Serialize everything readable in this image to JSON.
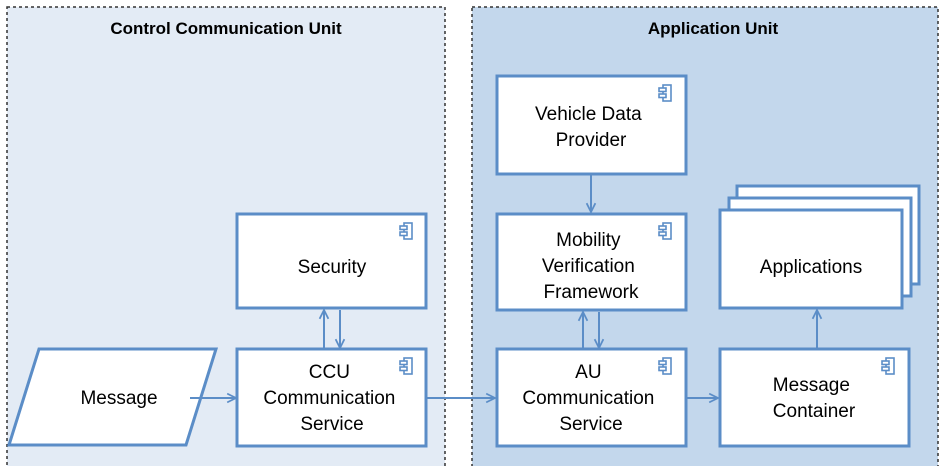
{
  "lanes": {
    "left_title": "Control Communication Unit",
    "right_title": "Application Unit"
  },
  "nodes": {
    "message": [
      "Message"
    ],
    "security": [
      "Security"
    ],
    "ccu_service": [
      "CCU",
      "Communication",
      "Service"
    ],
    "vehicle_data": [
      "Vehicle Data",
      "Provider"
    ],
    "mvf": [
      "Mobility",
      "Verification",
      "Framework"
    ],
    "au_service": [
      "AU",
      "Communication",
      "Service"
    ],
    "applications": [
      "Applications"
    ],
    "message_container": [
      "Message",
      "Container"
    ]
  },
  "colors": {
    "left_lane_fill": "#e3ebf5",
    "right_lane_fill": "#c3d7ec",
    "box_stroke": "#5b8dc7",
    "connector": "#5b8dc7"
  }
}
